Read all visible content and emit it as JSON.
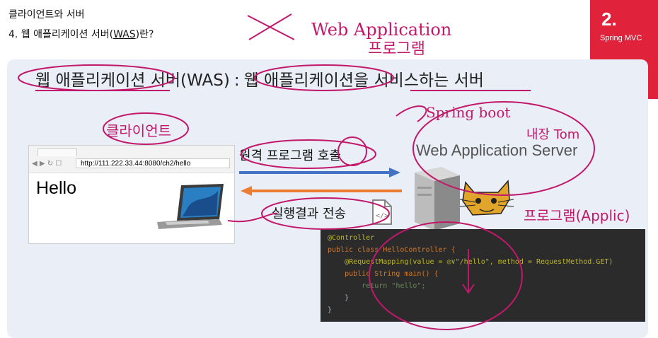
{
  "header": {
    "line1": "클라이언트와 서버",
    "line2_prefix": "4. 웹 애플리케이션 서버(",
    "line2_acronym": "WAS",
    "line2_suffix": ")란?"
  },
  "badge": {
    "number": "2.",
    "label": "Spring MVC",
    "color": "#e0223a"
  },
  "definition": {
    "term": "웹 애플리케이션 서버(WAS)",
    "separator": ":",
    "meaning": "웹 애플리케이션을 서비스하는 서버"
  },
  "browser": {
    "url": "http://111.222.33.44:8080/ch2/hello",
    "content": "Hello"
  },
  "arrows": {
    "request_label": "원격 프로그램 호출",
    "response_label": "실행결과 전송",
    "request_color": "#4472c4",
    "response_color": "#ed7d31"
  },
  "server": {
    "title": "Web Application Server"
  },
  "code": {
    "lines": [
      "@Controller",
      "public class HelloController {",
      "    @RequestMapping(value = ◎∨\"/hello\", method = RequestMethod.GET)",
      "    public String main() {",
      "        return \"hello\";",
      "    }",
      "}"
    ]
  },
  "handwriting": {
    "web_app_program": "Web Application",
    "program_ko": "프로그램",
    "client": "클라이언트",
    "spring_boot": "Spring boot",
    "builtin_tomcat": "내장 Tom",
    "program_applic": "프로그램(Applic)",
    "ink_color": "#c2186b"
  }
}
